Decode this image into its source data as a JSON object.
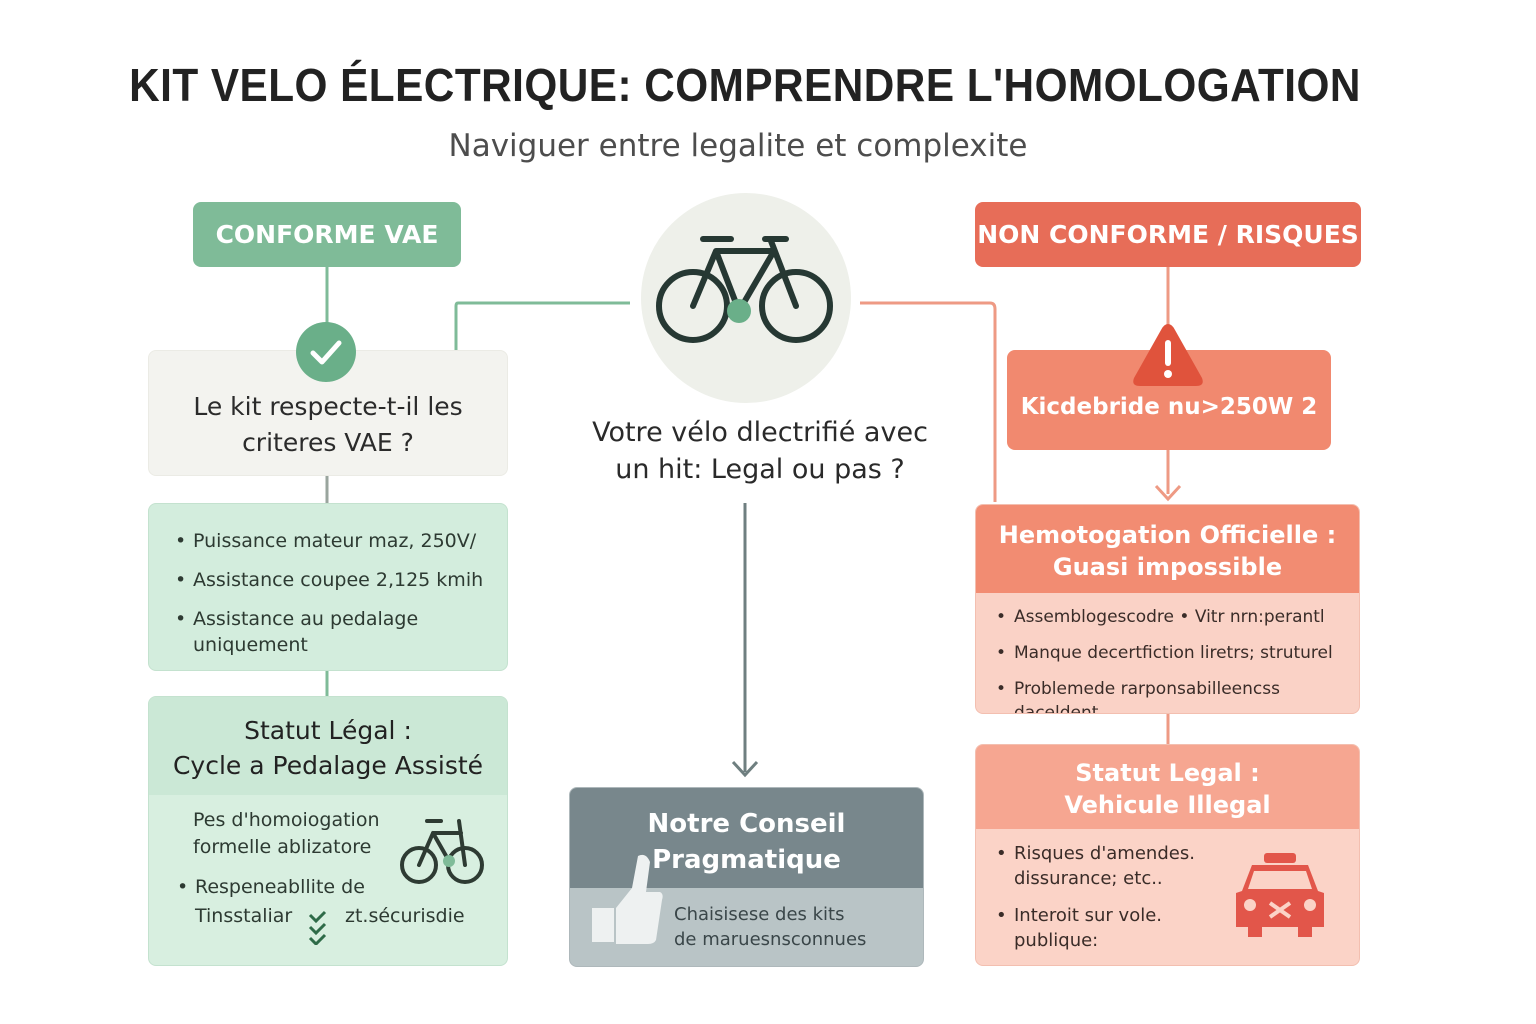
{
  "header": {
    "title": "KIT VELO ÉLECTRIQUE: COMPRENDRE L'HOMOLOGATION",
    "subtitle": "Naviguer entre legalite et complexite"
  },
  "left": {
    "pill": "CONFORME VAE",
    "question": [
      "Le kit respecte-t-il les",
      "criteres VAE ?"
    ],
    "criteria": [
      "Puissance mateur maz, 250V/",
      "Assistance coupee 2,125 kmih",
      "Assistance au pedalage uniquement"
    ],
    "legal_title": [
      "Statut Légal :",
      "Cycle a Pedalage Assisté"
    ],
    "legal_body": [
      "Pes d'homoiogation",
      "formelle ablizatore"
    ],
    "legal_bullet": [
      "Respeneabllite de",
      "Tinsstaliar"
    ],
    "legal_tail": "zt.sécurisdie"
  },
  "center": {
    "question": [
      "Votre vélo dlectrifié avec",
      "un hit: Legal ou pas ?"
    ],
    "advice_title": [
      "Notre Conseil",
      "Pragmatique"
    ],
    "advice_body": [
      "Chaisisese des kits",
      "de maruesnsconnues"
    ]
  },
  "right": {
    "pill": "NON CONFORME / RISQUES",
    "alert": "Kicdebride nu>250W 2",
    "homolog_title": [
      "Hemotogation Officielle :",
      "Guasi impossible"
    ],
    "homolog_items": [
      "Assemblogescodre  • Vitr nrn:perantl",
      "Manque decertfiction liretrs; struturel",
      "Problemede rarponsabilleencss daceldent"
    ],
    "illegal_title": [
      "Statut Legal :",
      "Vehicule Illegal"
    ],
    "illegal_items": [
      "Risques d'amendes. dissurance; etc..",
      "Interoit sur vole. publique:"
    ]
  },
  "colors": {
    "green": "#7fbb98",
    "green_light": "#d3eddd",
    "red": "#e76d58",
    "salmon": "#f28c72",
    "slate": "#78878c",
    "connector_green": "#7fbb98",
    "connector_red": "#ee9a84",
    "connector_gray": "#6f7f80"
  },
  "icons": [
    "check-icon",
    "bicycle-icon",
    "warning-icon",
    "bicycle-small-icon",
    "check-marks-icon",
    "thumbs-up-icon",
    "car-icon"
  ]
}
